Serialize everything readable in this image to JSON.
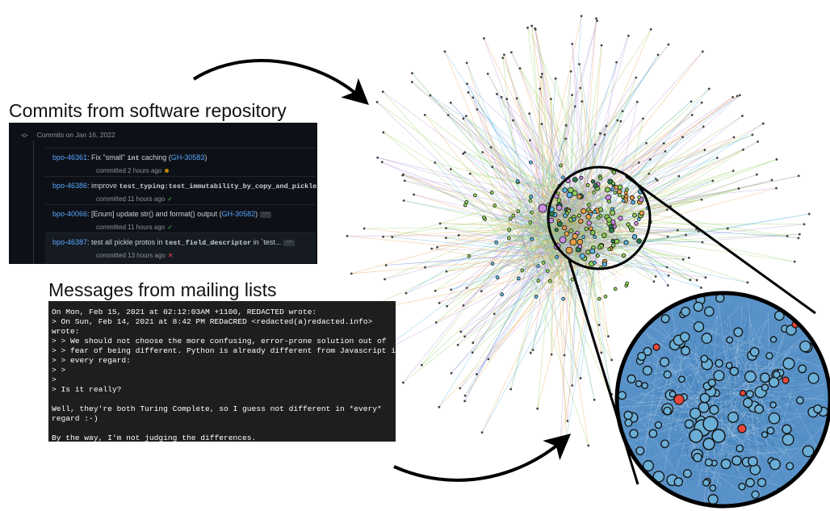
{
  "headings": {
    "commits": "Commits from software repository",
    "mail": "Messages from mailing lists"
  },
  "commits_panel": {
    "date_label": "Commits on Jan 16, 2022",
    "items": [
      {
        "id": "bpo-46361",
        "text": ": Fix \"small\" ",
        "code": "int",
        "text2": " caching (",
        "ref": "GH-30583",
        "text3": ")",
        "meta": "committed 2 hours ago",
        "status": "pending"
      },
      {
        "id": "bpo-46386",
        "text": ": improve ",
        "code": "test_typing:test_immutability_by_copy_and_pickle",
        "text2": " (...",
        "ref": "",
        "text3": "",
        "meta": "committed 11 hours ago",
        "status": "ok"
      },
      {
        "id": "bpo-40066",
        "text": ": [Enum] update str() and format() output (",
        "code": "",
        "text2": "",
        "ref": "GH-30582",
        "text3": ")",
        "meta": "committed 11 hours ago",
        "status": "ok"
      },
      {
        "id": "bpo-46387",
        "text": ": test all pickle protos in ",
        "code": "test_field_descriptor",
        "text2": " in `test...",
        "ref": "",
        "text3": "",
        "meta": "committed 13 hours ago",
        "status": "fail"
      }
    ],
    "status_glyphs": {
      "ok": "✓",
      "fail": "✕"
    },
    "more_glyph": "···"
  },
  "mail_panel": {
    "lines": [
      "On Mon, Feb 15, 2021 at 02:12:03AM +1100, REDACTED wrote:",
      "> On Sun, Feb 14, 2021 at 8:42 PM REDaCRED <redacted(a)redacted.info>",
      "wrote:",
      "> > We should not choose the more confusing, error-prone solution out of",
      "> > fear of being different. Python is already different from Javascript in",
      "> > every regard:",
      "> >",
      ">",
      "> Is it really?",
      "",
      "Well, they're both Turing Complete, so I guess not different in *every*",
      "regard :-)",
      "",
      "By the way, I'm not judging the differences."
    ]
  },
  "colors": {
    "edge_purple": "#b48fd9",
    "edge_green": "#8fcf5a",
    "edge_blue": "#5ab4e0",
    "edge_orange": "#e8a04a",
    "node_blue": "#6aaed6",
    "node_red": "#e8483a",
    "zoom_bg": "#5a93c9"
  }
}
